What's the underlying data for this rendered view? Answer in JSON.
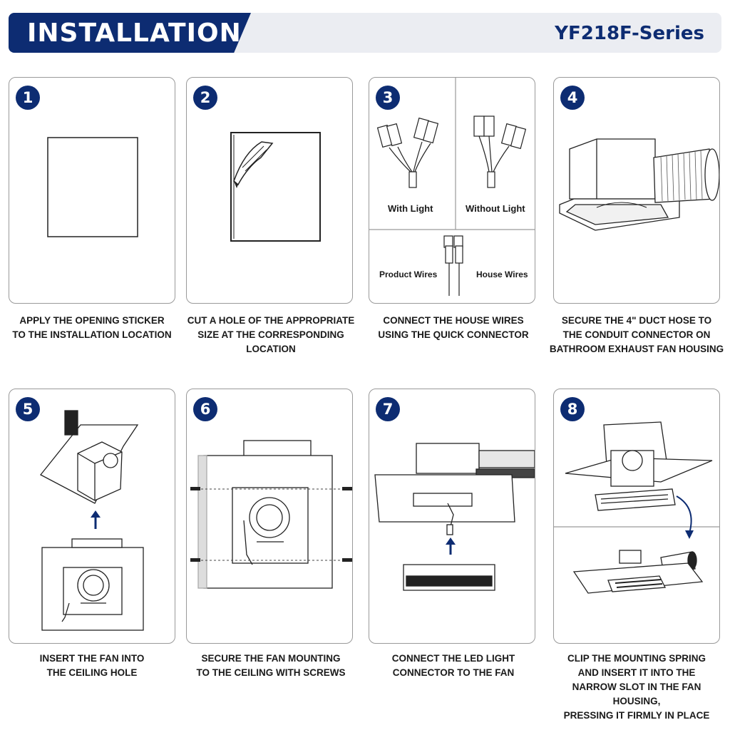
{
  "header": {
    "title": "INSTALLATION",
    "series": "YF218F-Series",
    "brand_color": "#0d2c72"
  },
  "steps": [
    {
      "number": "1",
      "caption": "APPLY THE OPENING STICKER\nTO THE INSTALLATION LOCATION"
    },
    {
      "number": "2",
      "caption": "CUT A HOLE OF THE APPROPRIATE\nSIZE AT THE CORRESPONDING\nLOCATION"
    },
    {
      "number": "3",
      "caption": "CONNECT THE HOUSE WIRES\nUSING THE QUICK CONNECTOR",
      "labels": {
        "with_light": "With Light",
        "without_light": "Without Light",
        "product_wires": "Product Wires",
        "house_wires": "House Wires"
      }
    },
    {
      "number": "4",
      "caption": "SECURE THE 4\" DUCT HOSE TO\nTHE CONDUIT CONNECTOR ON\nBATHROOM EXHAUST FAN HOUSING"
    },
    {
      "number": "5",
      "caption": "INSERT THE FAN INTO\nTHE CEILING HOLE"
    },
    {
      "number": "6",
      "caption": "SECURE THE FAN MOUNTING\nTO THE CEILING WITH SCREWS"
    },
    {
      "number": "7",
      "caption": "CONNECT THE LED LIGHT\nCONNECTOR TO THE FAN"
    },
    {
      "number": "8",
      "caption": "CLIP THE MOUNTING SPRING\nAND INSERT IT INTO THE\nNARROW SLOT IN THE FAN HOUSING,\nPRESSING IT FIRMLY IN PLACE"
    }
  ]
}
